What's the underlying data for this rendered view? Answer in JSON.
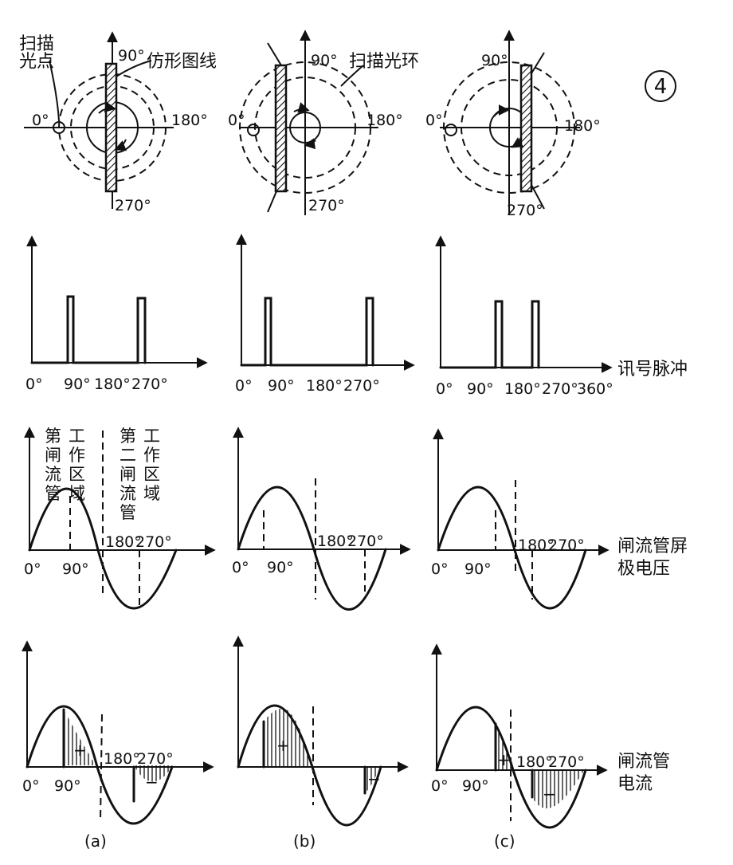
{
  "figure_number": "4",
  "top_labels": {
    "scan_spot": [
      "扫描",
      "光点"
    ],
    "waveform_line": "仿形图线",
    "scan_ring": "扫描光环"
  },
  "angles": {
    "a0": "0°",
    "a90": "90°",
    "a180": "180°",
    "a270": "270°",
    "a360": "360°"
  },
  "region_labels": {
    "first": [
      "第",
      "闸",
      "流",
      "管",
      "工",
      "作",
      "区",
      "域"
    ],
    "second": [
      "第",
      "二",
      "闸",
      "流",
      "管",
      "工",
      "作",
      "区",
      "域"
    ]
  },
  "row_labels": {
    "pulse": "讯号脉冲",
    "voltage": [
      "闸流管屏",
      "极电压"
    ],
    "current": [
      "闸流管",
      "电流"
    ]
  },
  "signs": {
    "plus": "+",
    "minus": "−"
  },
  "column_labels": [
    "(a)",
    "(b)",
    "(c)"
  ]
}
